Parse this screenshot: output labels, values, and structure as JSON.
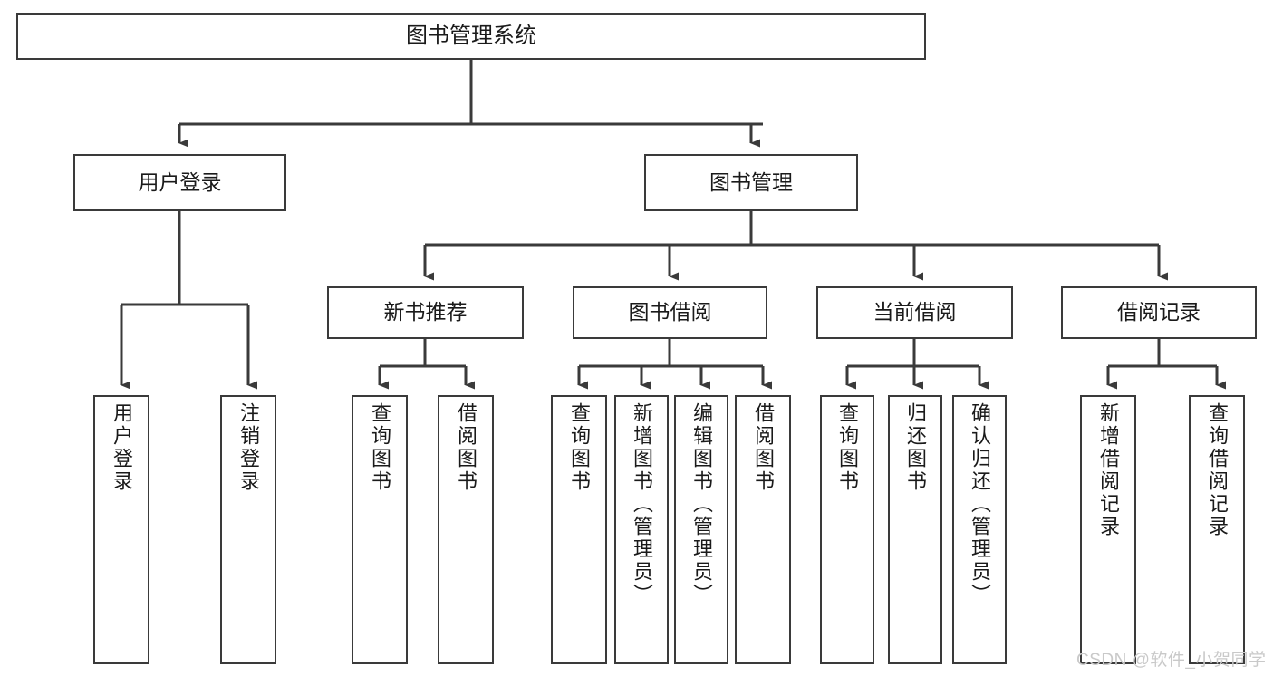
{
  "diagram": {
    "type": "tree",
    "title": "图书管理系统",
    "root": {
      "label": "图书管理系统"
    },
    "level2": [
      {
        "id": "user-login",
        "label": "用户登录"
      },
      {
        "id": "book-management",
        "label": "图书管理"
      }
    ],
    "level3": [
      {
        "id": "new-book-recommend",
        "label": "新书推荐",
        "parent": "book-management"
      },
      {
        "id": "book-borrow",
        "label": "图书借阅",
        "parent": "book-management"
      },
      {
        "id": "current-borrow",
        "label": "当前借阅",
        "parent": "book-management"
      },
      {
        "id": "borrow-record",
        "label": "借阅记录",
        "parent": "book-management"
      }
    ],
    "leaves": [
      {
        "id": "leaf-user-login",
        "label": "用户登录",
        "parent": "user-login"
      },
      {
        "id": "leaf-logout-login",
        "label": "注销登录",
        "parent": "user-login"
      },
      {
        "id": "leaf-query-book-1",
        "label": "查询图书",
        "parent": "new-book-recommend"
      },
      {
        "id": "leaf-borrow-book-1",
        "label": "借阅图书",
        "parent": "new-book-recommend"
      },
      {
        "id": "leaf-query-book-2",
        "label": "查询图书",
        "parent": "book-borrow"
      },
      {
        "id": "leaf-add-book",
        "label": "新增图书（管理员）",
        "parent": "book-borrow"
      },
      {
        "id": "leaf-edit-book",
        "label": "编辑图书（管理员）",
        "parent": "book-borrow"
      },
      {
        "id": "leaf-borrow-book-2",
        "label": "借阅图书",
        "parent": "book-borrow"
      },
      {
        "id": "leaf-query-book-3",
        "label": "查询图书",
        "parent": "current-borrow"
      },
      {
        "id": "leaf-return-book",
        "label": "归还图书",
        "parent": "current-borrow"
      },
      {
        "id": "leaf-confirm-return",
        "label": "确认归还（管理员）",
        "parent": "current-borrow"
      },
      {
        "id": "leaf-add-record",
        "label": "新增借阅记录",
        "parent": "borrow-record"
      },
      {
        "id": "leaf-query-record",
        "label": "查询借阅记录",
        "parent": "borrow-record"
      }
    ],
    "colors": {
      "stroke": "#3a3a3a",
      "fill": "#ffffff",
      "text": "#1a1a1a",
      "watermark": "#c9c9c9"
    }
  },
  "watermark": {
    "text": "CSDN @软件_小贺同学"
  }
}
